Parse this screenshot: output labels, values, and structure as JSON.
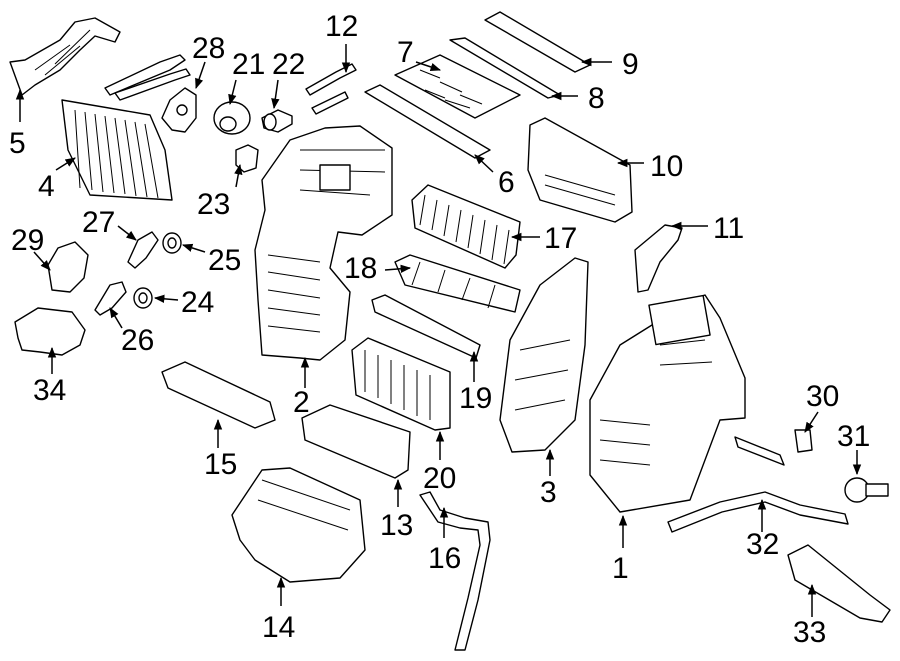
{
  "diagram": {
    "description_title": "",
    "callouts": [
      "1",
      "2",
      "3",
      "4",
      "5",
      "6",
      "7",
      "8",
      "9",
      "10",
      "11",
      "12",
      "13",
      "14",
      "15",
      "16",
      "17",
      "18",
      "19",
      "20",
      "21",
      "22",
      "23",
      "24",
      "25",
      "26",
      "27",
      "28",
      "29",
      "30",
      "31",
      "32",
      "33",
      "34"
    ]
  }
}
